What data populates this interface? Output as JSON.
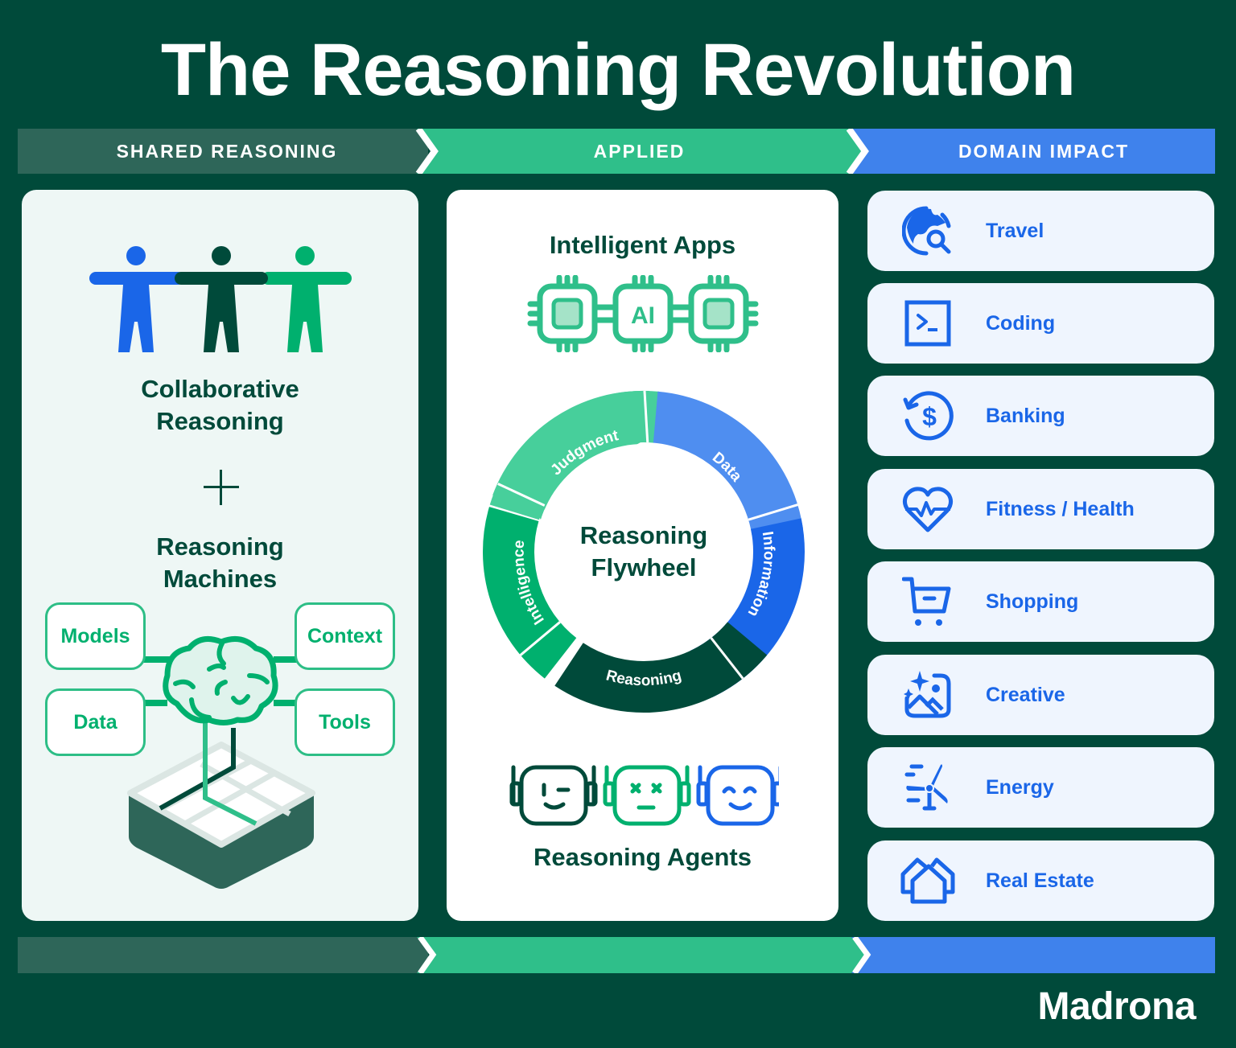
{
  "title": "The Reasoning Revolution",
  "phases": [
    {
      "label": "SHARED REASONING",
      "color": "#2e6659"
    },
    {
      "label": "APPLIED",
      "color": "#2fbf8a"
    },
    {
      "label": "DOMAIN IMPACT",
      "color": "#3f82ec"
    }
  ],
  "shared_reasoning": {
    "people_icon": "three-people-linked-icon",
    "collaborative_heading": "Collaborative Reasoning",
    "collaborative_line1": "Collaborative",
    "collaborative_line2": "Reasoning",
    "plus": "+",
    "machines_line1": "Reasoning",
    "machines_line2": "Machines",
    "machine_components": [
      "Models",
      "Context",
      "Data",
      "Tools"
    ],
    "center_icon": "brain-icon",
    "base_icon": "isometric-platform-icon"
  },
  "applied": {
    "apps_heading": "Intelligent Apps",
    "chip_label": "AI",
    "flywheel": {
      "center_line1": "Reasoning",
      "center_line2": "Flywheel",
      "segments": [
        {
          "label": "Data",
          "color": "#4f8ef0"
        },
        {
          "label": "Information",
          "color": "#1a66e8"
        },
        {
          "label": "Reasoning",
          "color": "#004a3a"
        },
        {
          "label": "Intelligence",
          "color": "#00b06e"
        },
        {
          "label": "Judgment",
          "color": "#47cf9b"
        }
      ]
    },
    "agents_heading": "Reasoning Agents",
    "agent_icons": [
      "robot-wink-icon",
      "robot-dizzy-icon",
      "robot-happy-icon"
    ]
  },
  "domain_impact": {
    "items": [
      {
        "label": "Travel",
        "icon": "globe-search-icon"
      },
      {
        "label": "Coding",
        "icon": "terminal-icon"
      },
      {
        "label": "Banking",
        "icon": "dollar-refresh-icon"
      },
      {
        "label": "Fitness / Health",
        "icon": "heart-pulse-icon"
      },
      {
        "label": "Shopping",
        "icon": "shopping-cart-icon"
      },
      {
        "label": "Creative",
        "icon": "image-sparkle-icon"
      },
      {
        "label": "Energy",
        "icon": "wind-turbine-icon"
      },
      {
        "label": "Real Estate",
        "icon": "houses-icon"
      }
    ]
  },
  "brand": "Madrona",
  "colors": {
    "background": "#004a3a",
    "dark_green": "#004a3a",
    "green": "#00b06e",
    "light_green": "#2fbf8a",
    "blue": "#1a66e8",
    "light_panel": "#eef7f5",
    "domain_card": "#eff5fe"
  }
}
